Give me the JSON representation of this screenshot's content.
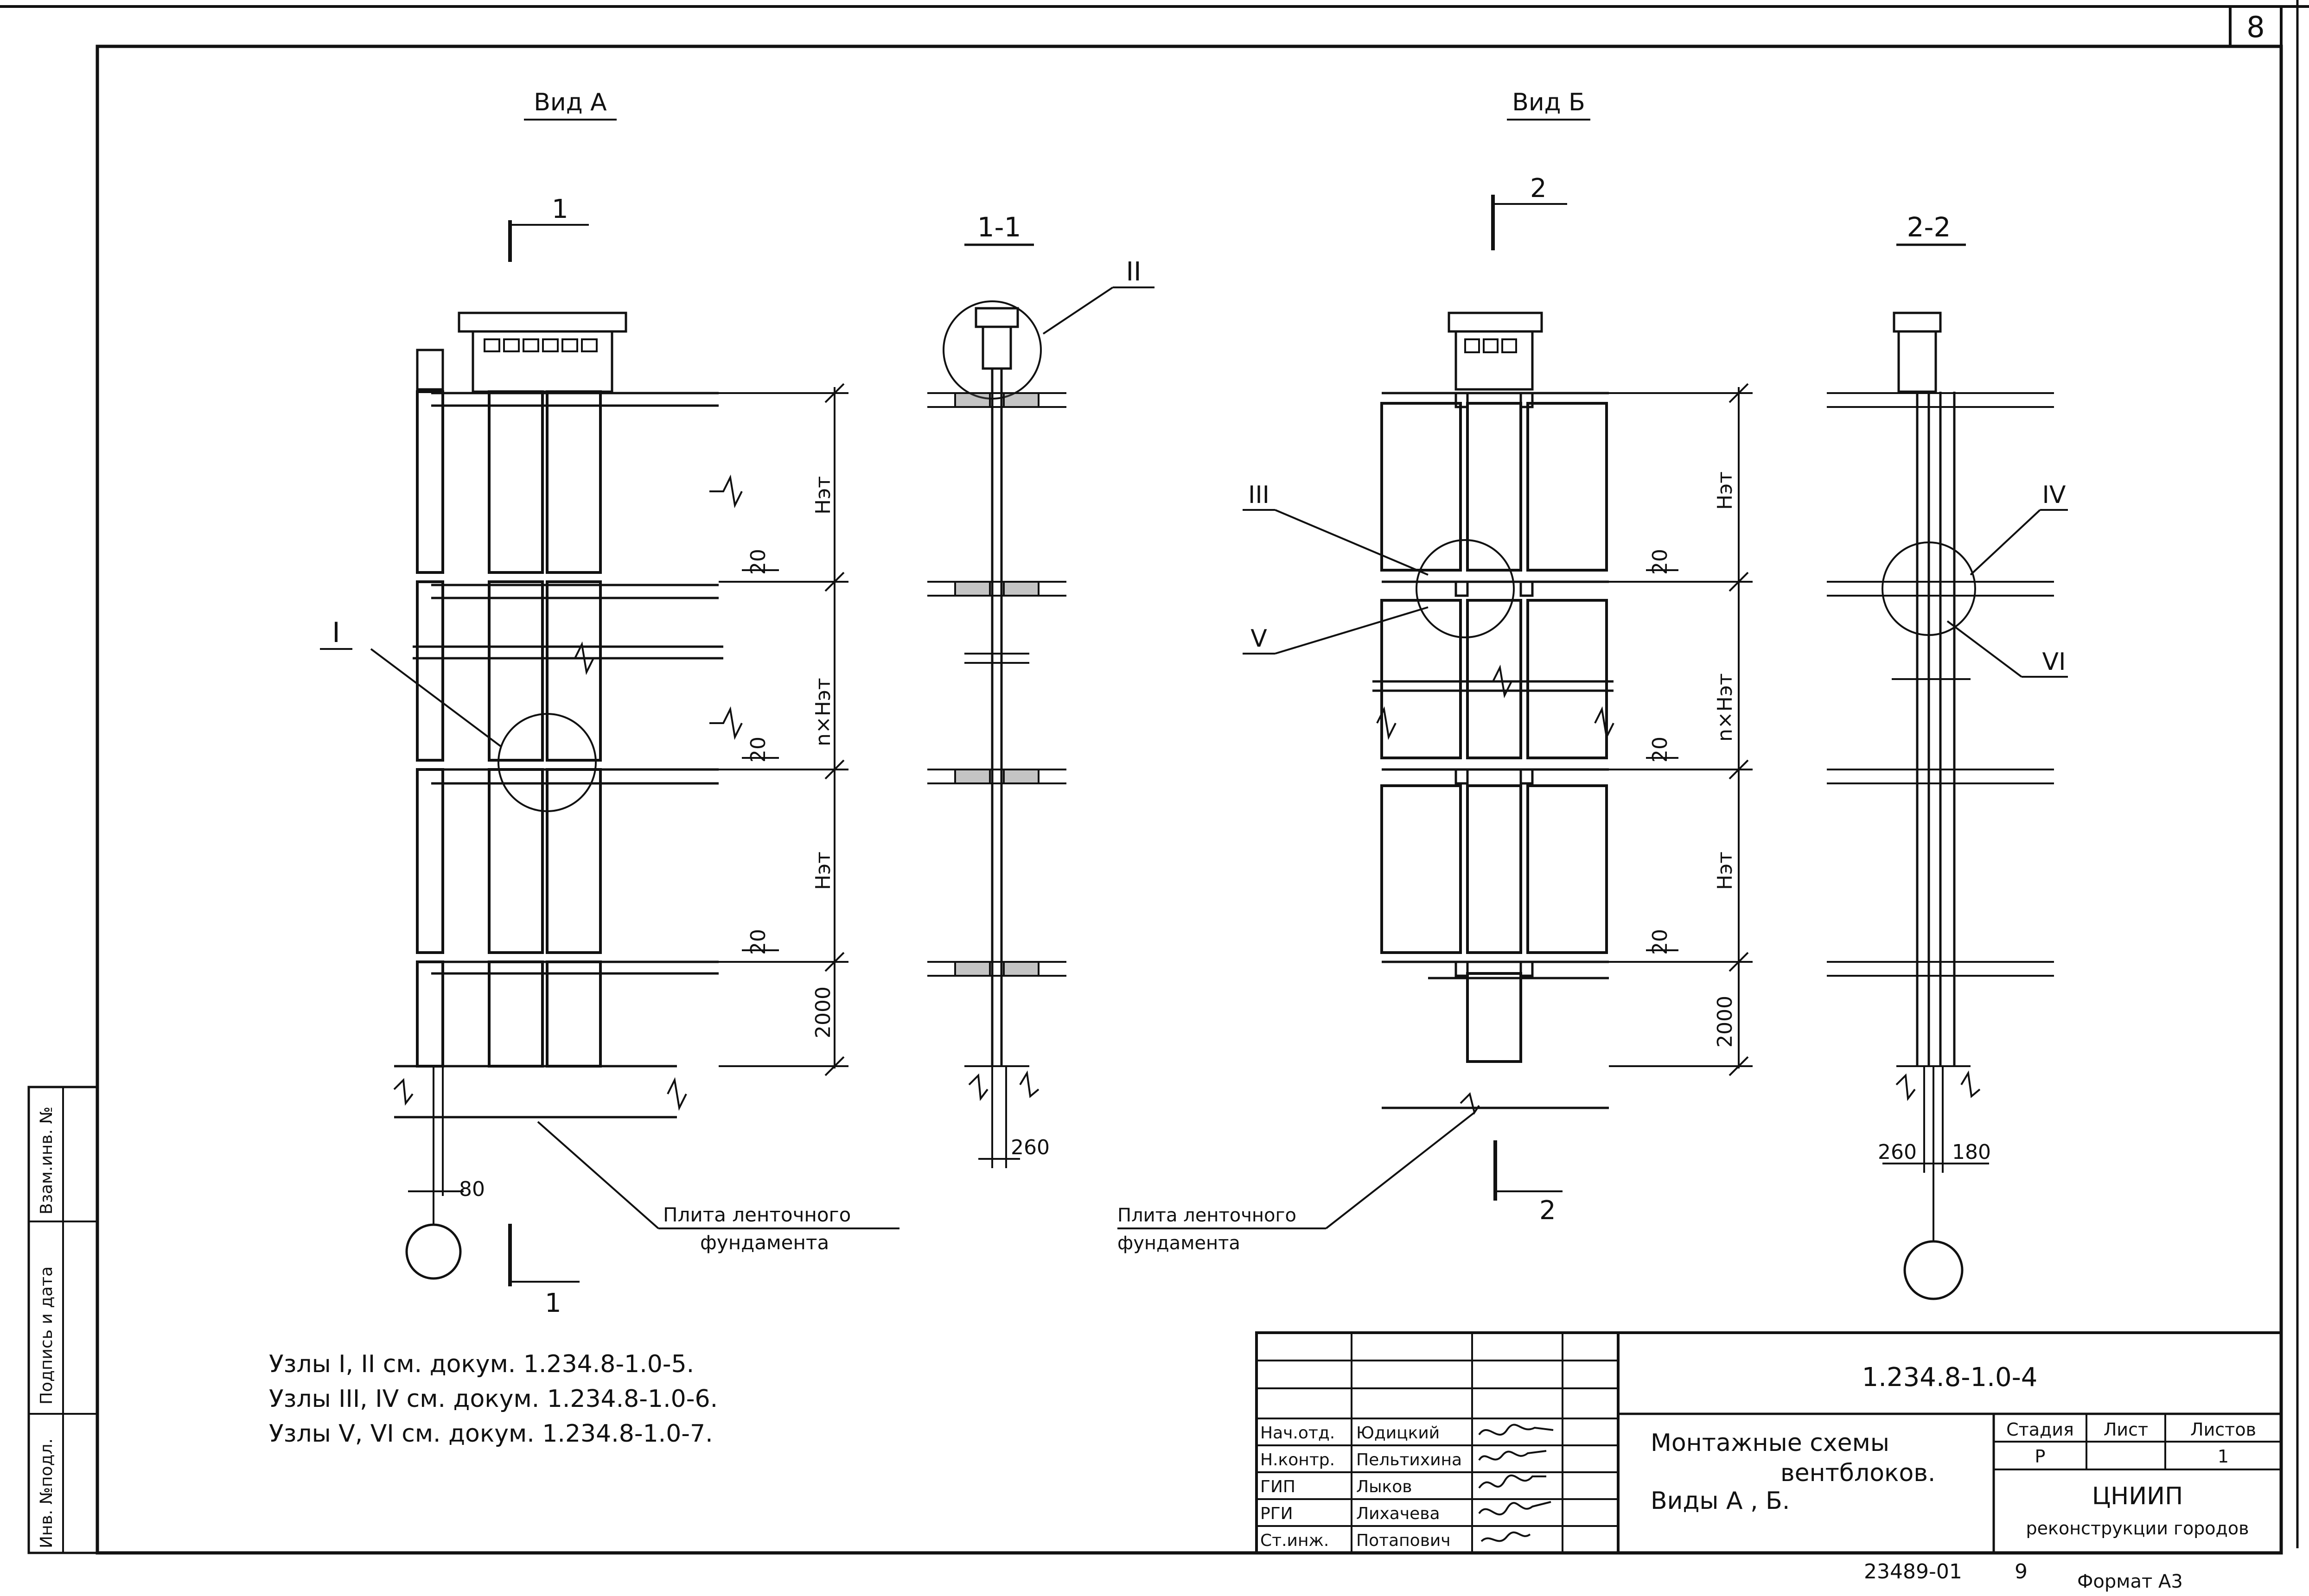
{
  "sheet": {
    "page_number": "8",
    "format": "Формат А3",
    "archive_number": "23489-01",
    "archive_copy": "9"
  },
  "side_stamp": {
    "inv_orig": "Инв. №подл.",
    "sign_date": "Подпись и дата",
    "replace_inv": "Взам.инв. №"
  },
  "views": {
    "view_a": "Вид А",
    "view_b": "Вид Б",
    "section_1_title": "1-1",
    "section_2_title": "2-2",
    "cut_1": "1",
    "cut_2": "2"
  },
  "nodes": {
    "I": "I",
    "II": "II",
    "III": "III",
    "IV": "IV",
    "V": "V",
    "VI": "VI"
  },
  "dimensions": {
    "floor_height": "Нэт",
    "n_floor_height": "n×Нэт",
    "gap_20": "20",
    "base_2000": "2000",
    "offset_80": "80",
    "wall_260": "260",
    "wall_180": "180"
  },
  "callouts": {
    "foundation_a_line1": "Плита ленточного",
    "foundation_a_line2": "фундамента",
    "foundation_b_line1": "Плита ленточного",
    "foundation_b_line2": "фундамента"
  },
  "notes": [
    "Узлы I, II см. докум. 1.234.8-1.0-5.",
    "Узлы III, IV см. докум. 1.234.8-1.0-6.",
    "Узлы V, VI см. докум. 1.234.8-1.0-7."
  ],
  "title_block": {
    "doc_code": "1.234.8-1.0-4",
    "title_line1": "Монтажные схемы",
    "title_line2": "вентблоков.",
    "title_line3": "Виды А , Б.",
    "stage_label": "Стадия",
    "sheet_label": "Лист",
    "sheets_label": "Листов",
    "stage_value": "Р",
    "sheet_value": "",
    "sheets_value": "1",
    "org_line1": "ЦНИИП",
    "org_line2": "реконструкции городов",
    "signatures": [
      {
        "role": "Нач.отд.",
        "name": "Юдицкий"
      },
      {
        "role": "Н.контр.",
        "name": "Пельтихина"
      },
      {
        "role": "ГИП",
        "name": "Лыков"
      },
      {
        "role": "РГИ",
        "name": "Лихачева"
      },
      {
        "role": "Ст.инж.",
        "name": "Потапович"
      }
    ]
  }
}
